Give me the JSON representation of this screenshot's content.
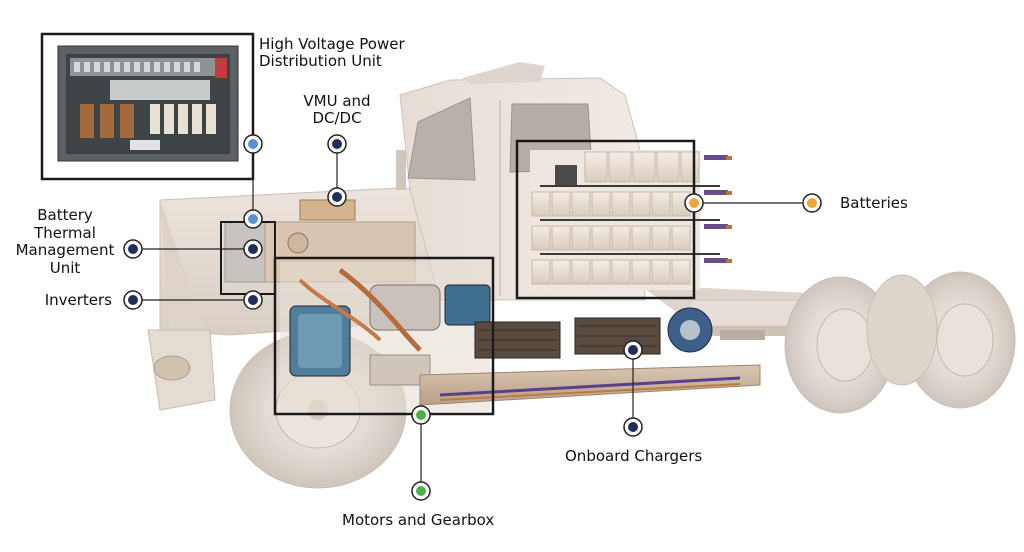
{
  "colors": {
    "navy_marker": "#1f2e5a",
    "blue_marker": "#5b8fd6",
    "orange_marker": "#f2a533",
    "green_marker": "#4fb04a",
    "callout_line": "#222222",
    "frame": "#1a1a1a"
  },
  "labels": {
    "hvpdu": [
      "High Voltage Power",
      "Distribution Unit"
    ],
    "vmu": [
      "VMU and",
      "DC/DC"
    ],
    "btmu": [
      "Battery",
      "Thermal",
      "Management",
      "Unit"
    ],
    "inverters": "Inverters",
    "batteries": "Batteries",
    "onboard_chargers": "Onboard Chargers",
    "motors": "Motors and Gearbox"
  },
  "markers": [
    {
      "name": "hvpdu-marker",
      "color": "blue"
    },
    {
      "name": "vmu-marker",
      "color": "navy"
    },
    {
      "name": "btmu-marker",
      "color": "navy"
    },
    {
      "name": "inverters-marker",
      "color": "navy"
    },
    {
      "name": "batteries-marker",
      "color": "orange"
    },
    {
      "name": "onboard-chargers-marker",
      "color": "navy"
    },
    {
      "name": "motors-marker",
      "color": "green"
    }
  ]
}
